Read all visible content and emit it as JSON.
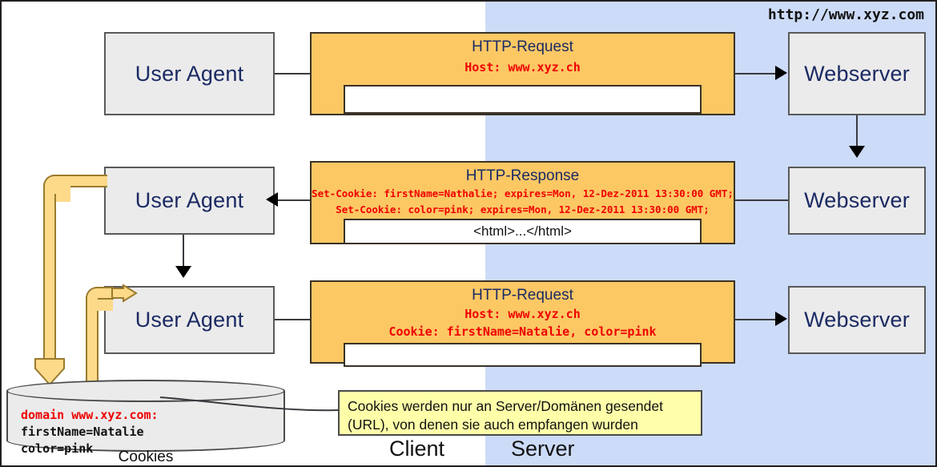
{
  "diagram": {
    "url_label": "http://www.xyz.com",
    "regions": {
      "client": "Client",
      "server": "Server"
    },
    "colors": {
      "server_region": "#ccdbf7",
      "node_fill": "#ebebeb",
      "node_text": "#1b2a63",
      "message_fill": "#fcc864",
      "header_text": "#ef0000",
      "note_fill": "#ffffaa",
      "cookie_arrow": "#fcda8a"
    },
    "nodes": [
      {
        "id": "ua1",
        "label": "User Agent"
      },
      {
        "id": "ua2",
        "label": "User Agent"
      },
      {
        "id": "ua3",
        "label": "User Agent"
      },
      {
        "id": "ws1",
        "label": "Webserver"
      },
      {
        "id": "ws2",
        "label": "Webserver"
      },
      {
        "id": "ws3",
        "label": "Webserver"
      }
    ],
    "messages": [
      {
        "id": "req1",
        "title": "HTTP-Request",
        "headers": [
          "Host: www.xyz.ch"
        ],
        "body": ""
      },
      {
        "id": "resp1",
        "title": "HTTP-Response",
        "headers": [
          "Set-Cookie: firstName=Nathalie; expires=Mon, 12-Dez-2011 13:30:00 GMT;",
          "Set-Cookie: color=pink; expires=Mon, 12-Dez-2011 13:30:00 GMT;"
        ],
        "body": "<html>...</html>"
      },
      {
        "id": "req2",
        "title": "HTTP-Request",
        "headers": [
          "Host: www.xyz.ch",
          "Cookie: firstName=Natalie, color=pink"
        ],
        "body": ""
      }
    ],
    "cookie_store": {
      "caption": "Cookies",
      "domain_line": "domain www.xyz.com:",
      "entries": [
        "firstName=Natalie",
        "color=pink"
      ]
    },
    "note": {
      "line1": "Cookies werden nur an Server/Domänen gesendet",
      "line2": "(URL), von denen sie auch empfangen wurden"
    }
  }
}
